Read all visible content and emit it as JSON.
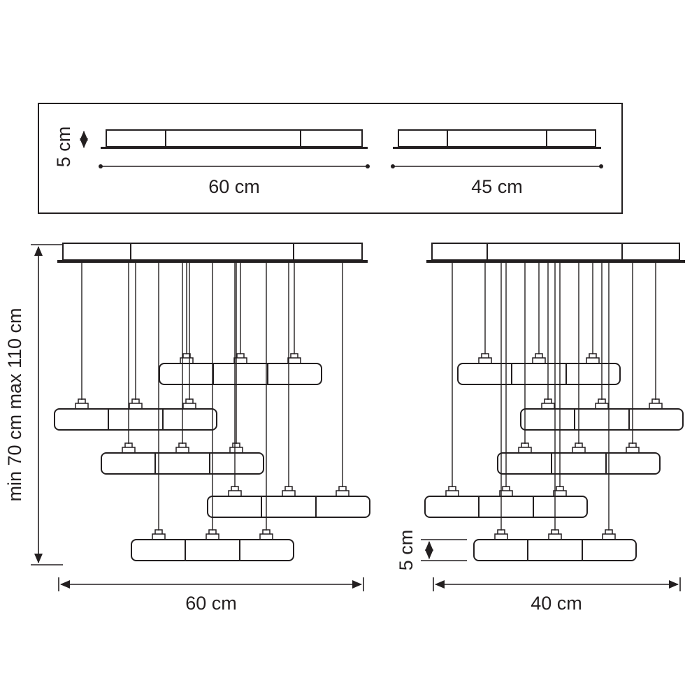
{
  "colors": {
    "line": "#231f20",
    "background": "#ffffff"
  },
  "top_panel": {
    "thickness_label": "5 cm",
    "left_plate_width": "60 cm",
    "right_plate_width": "45 cm"
  },
  "left_fixture": {
    "drop_height_label": "min 70 cm max 110 cm",
    "width_label": "60 cm"
  },
  "right_fixture": {
    "width_label": "40 cm",
    "shade_height_label": "5 cm"
  }
}
